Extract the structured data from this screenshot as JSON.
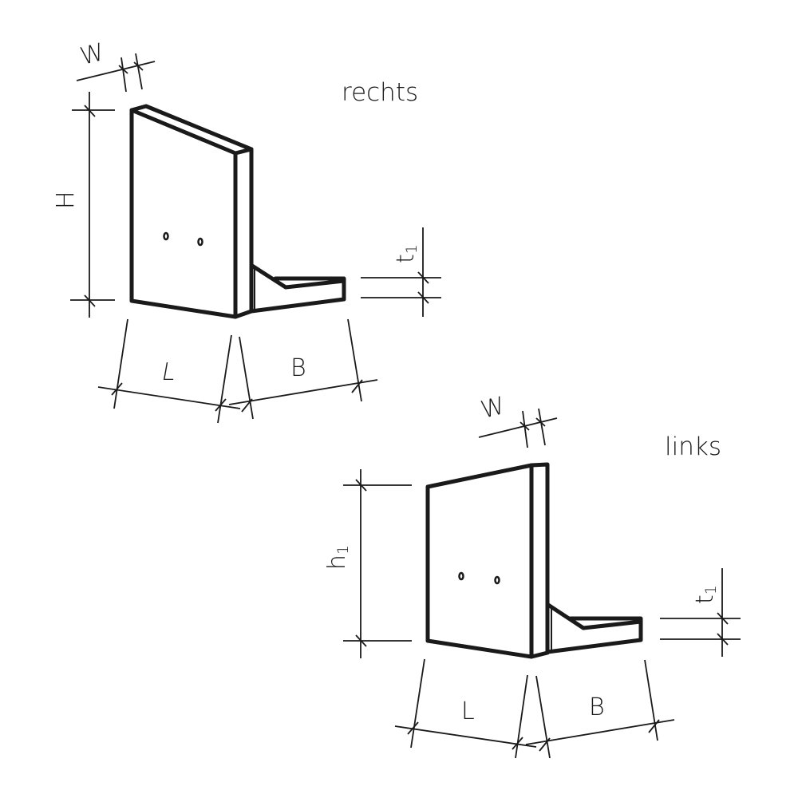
{
  "figures": {
    "right": {
      "title": "rechts",
      "width": "W",
      "height": "H",
      "length": "L",
      "base": "B",
      "thickness": {
        "symbol": "t",
        "sub": "1"
      }
    },
    "left": {
      "title": "links",
      "width": "W",
      "height": {
        "symbol": "h",
        "sub": "1"
      },
      "length": "L",
      "base": "B",
      "thickness": {
        "symbol": "t",
        "sub": "1"
      }
    }
  },
  "colors": {
    "line": "#1a1a1a",
    "background": "#ffffff"
  }
}
